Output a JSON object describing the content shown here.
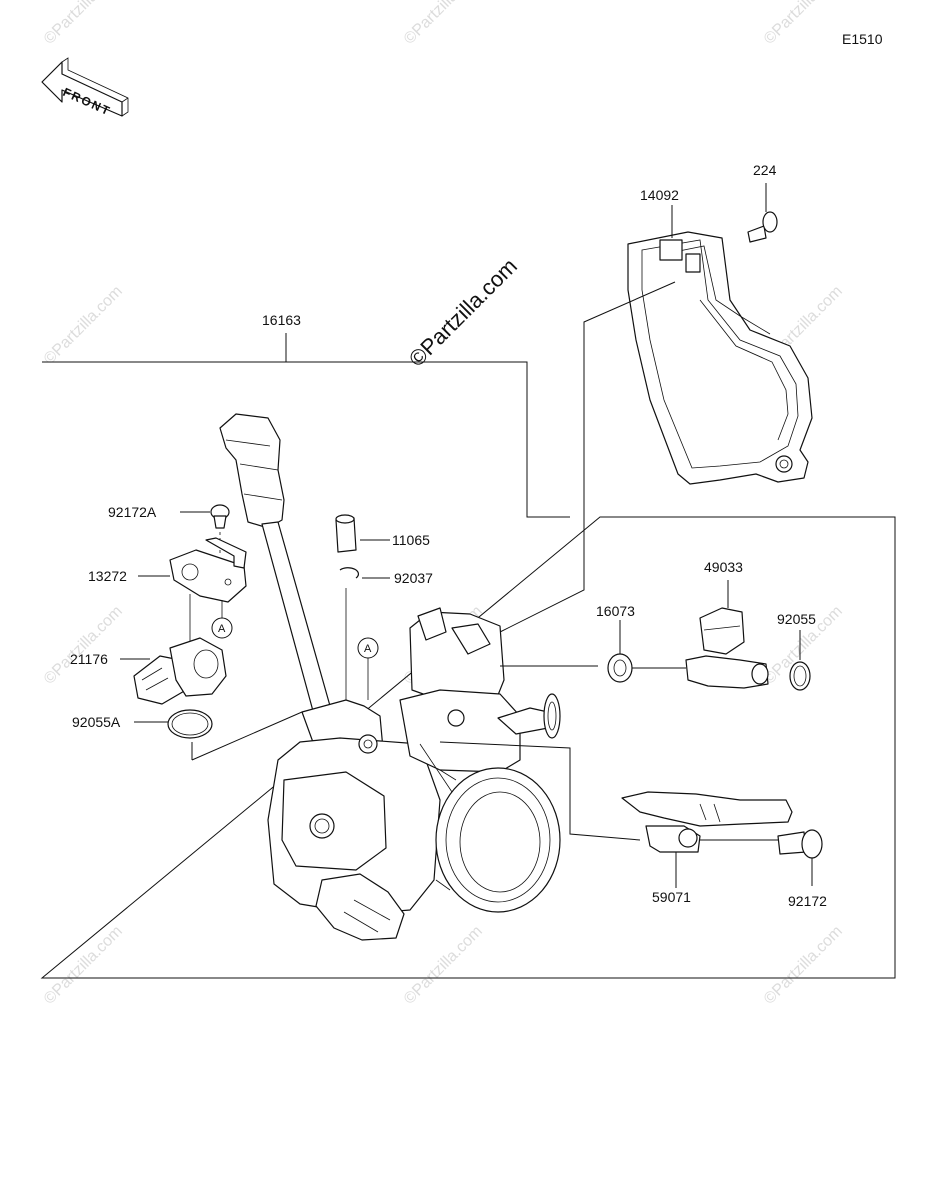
{
  "diagram_code": "E1510",
  "front_label": "FRONT",
  "watermark": "©Partzilla.com",
  "callout_letter": "A",
  "parts": {
    "p224": "224",
    "p14092": "14092",
    "p16163": "16163",
    "p92172A": "92172A",
    "p11065": "11065",
    "p13272": "13272",
    "p92037": "92037",
    "p49033": "49033",
    "p16073": "16073",
    "p92055": "92055",
    "p21176": "21176",
    "p92055A": "92055A",
    "p59071": "59071",
    "p92172": "92172"
  }
}
